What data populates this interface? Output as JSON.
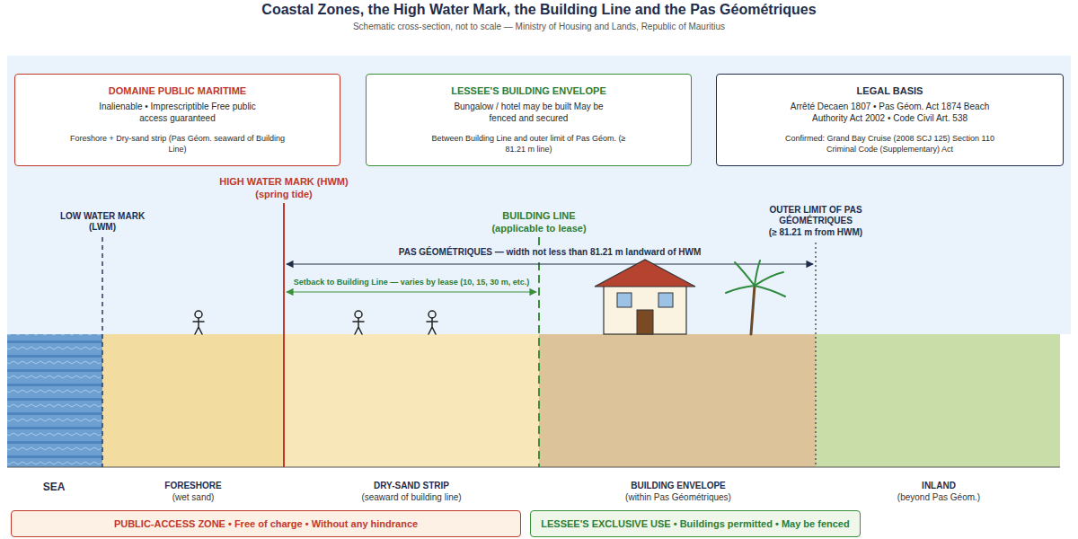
{
  "diagram": {
    "title": "Coastal Zones, the High Water Mark, the Building Line and the Pas Géométriques",
    "caption": "Schematic cross-section, not to scale — Ministry of Housing and Lands, Republic of Mauritius",
    "nodes": [
      {
        "text": [
          "DOMAINE PUBLIC MARITIME",
          "Inalienable • Imprescriptible Free public access guaranteed",
          "Foreshore + Dry-sand strip (Pas Géom. seaward of Building Line)"
        ]
      },
      {
        "text": [
          "LESSEE'S BUILDING ENVELOPE",
          "Bungalow / hotel may be built May be fenced and secured",
          "Between Building Line and outer limit of Pas Géom. (≥ 81.21 m line)"
        ]
      },
      {
        "text": [
          "LEGAL BASIS",
          "Arrêté Decaen 1807 • Pas Géom. Act 1874 Beach Authority Act 2002 • Code Civil Art. 538",
          "Confirmed: Grand Bay Cruise (2008 SCJ 125) Section 110 Criminal Code (Supplementary) Act"
        ]
      },
      {
        "text": [
          "PUBLIC-ACCESS ZONE • Free of charge • Without any hindrance"
        ]
      },
      {
        "text": [
          "LESSEE'S EXCLUSIVE USE • Buildings permitted • May be fenced"
        ]
      }
    ],
    "labels": [
      "HIGH WATER MARK (HWM)",
      "(spring tide)",
      "LOW WATER MARK (LWM)",
      "BUILDING LINE",
      "(applicable to lease)",
      "OUTER LIMIT OF PAS GÉOMÉTRIQUES",
      "(≥ 81.21 m from HWM)",
      "PAS GÉOMÉTRIQUES — width not less than 81.21 m landward of HWM",
      "Setback to Building Line — varies by lease (10, 15, 30 m, etc.)",
      "SEA",
      "FORESHORE",
      "(wet sand)",
      "DRY-SAND STRIP",
      "(seaward of building line)",
      "BUILDING ENVELOPE",
      "(within Pas Géométriques)",
      "INLAND",
      "(beyond Pas Géom.)"
    ]
  }
}
